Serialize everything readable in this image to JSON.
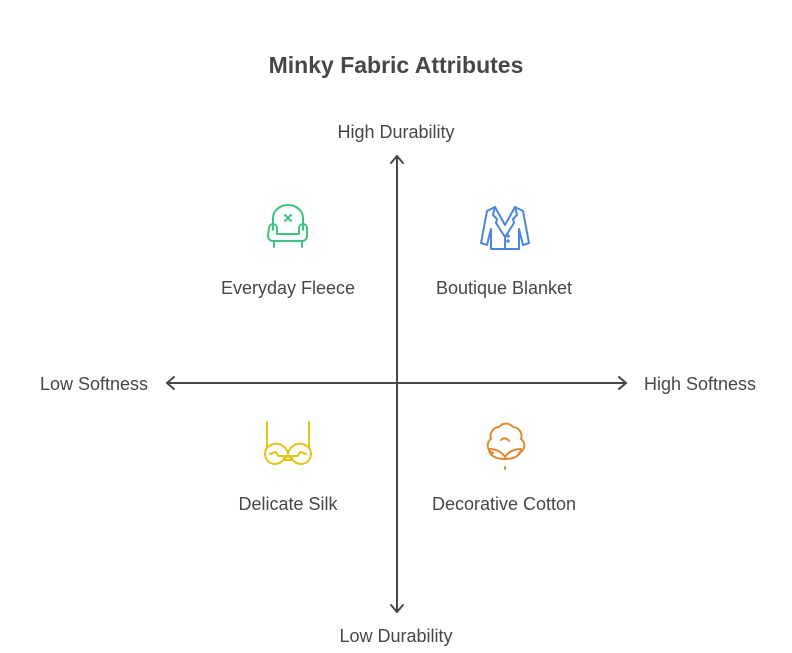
{
  "title": "Minky Fabric Attributes",
  "axes": {
    "top": "High Durability",
    "bottom": "Low Durability",
    "left": "Low Softness",
    "right": "High Softness"
  },
  "quadrants": [
    {
      "label": "Everyday Fleece",
      "icon": "armchair-icon",
      "color": "#3dc481"
    },
    {
      "label": "Boutique Blanket",
      "icon": "blazer-icon",
      "color": "#4a86e0"
    },
    {
      "label": "Delicate Silk",
      "icon": "bra-icon",
      "color": "#dfc41a"
    },
    {
      "label": "Decorative Cotton",
      "icon": "cotton-icon",
      "color": "#e0892e"
    }
  ]
}
